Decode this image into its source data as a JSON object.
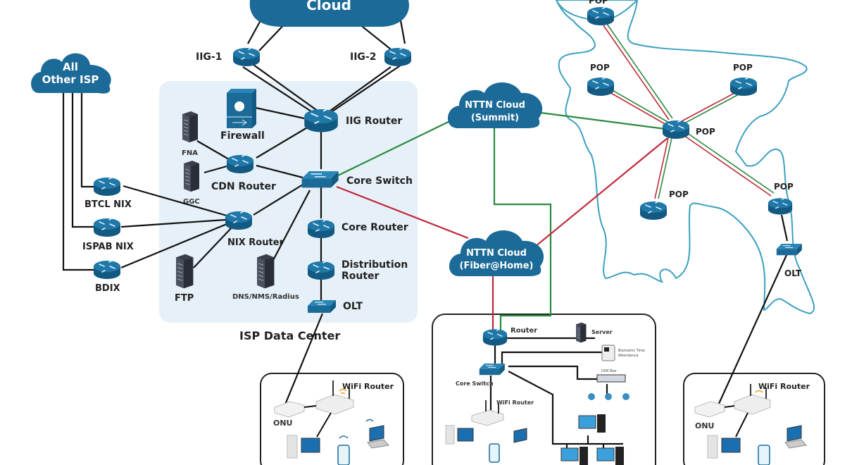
{
  "colors": {
    "device_blue": "#1b6a97",
    "device_light": "#5aa3cc",
    "cloud_blue": "#1b6a97",
    "datacenter_bg": "#e6f0f8",
    "map_outline": "#3ca0c0",
    "link_black": "#111111",
    "link_red": "#c0283a",
    "link_green": "#2b8a3e"
  },
  "clouds": {
    "top": "Cloud",
    "all_other_isp": [
      "All",
      "Other ISP"
    ],
    "nttn_summit": [
      "NTTN Cloud",
      "(Summit)"
    ],
    "nttn_fiberhome": [
      "NTTN Cloud",
      "(Fiber@Home)"
    ]
  },
  "isp_data_center": {
    "title": "ISP Data Center",
    "iig1": "IIG-1",
    "iig2": "IIG-2",
    "iig_router": "IIG Router",
    "firewall": "Firewall",
    "fna": "FNA",
    "ggc": "GGC",
    "cdn_router": "CDN Router",
    "core_switch": "Core Switch",
    "nix_router": "NIX Router",
    "core_router": "Core Router",
    "distribution_router": [
      "Distribution",
      "Router"
    ],
    "olt": "OLT",
    "ftp": "FTP",
    "dns": "DNS/NMS/Radius"
  },
  "exchanges": {
    "btcl": "BTCL NIX",
    "ispab": "ISPAB NIX",
    "bdix": "BDIX"
  },
  "map": {
    "pop": "POP",
    "olt": "OLT"
  },
  "home_left": {
    "wifi_router": "WiFi Router",
    "onu": "ONU"
  },
  "office": {
    "router": "Router",
    "server": "Server",
    "core_switch": "Core Switch",
    "wifi_router": "WiFi Router",
    "access": [
      "Biometric Time",
      "Attendance"
    ],
    "dvr": "DVR Box"
  },
  "home_right": {
    "wifi_router": "WiFi Router",
    "onu": "ONU"
  }
}
